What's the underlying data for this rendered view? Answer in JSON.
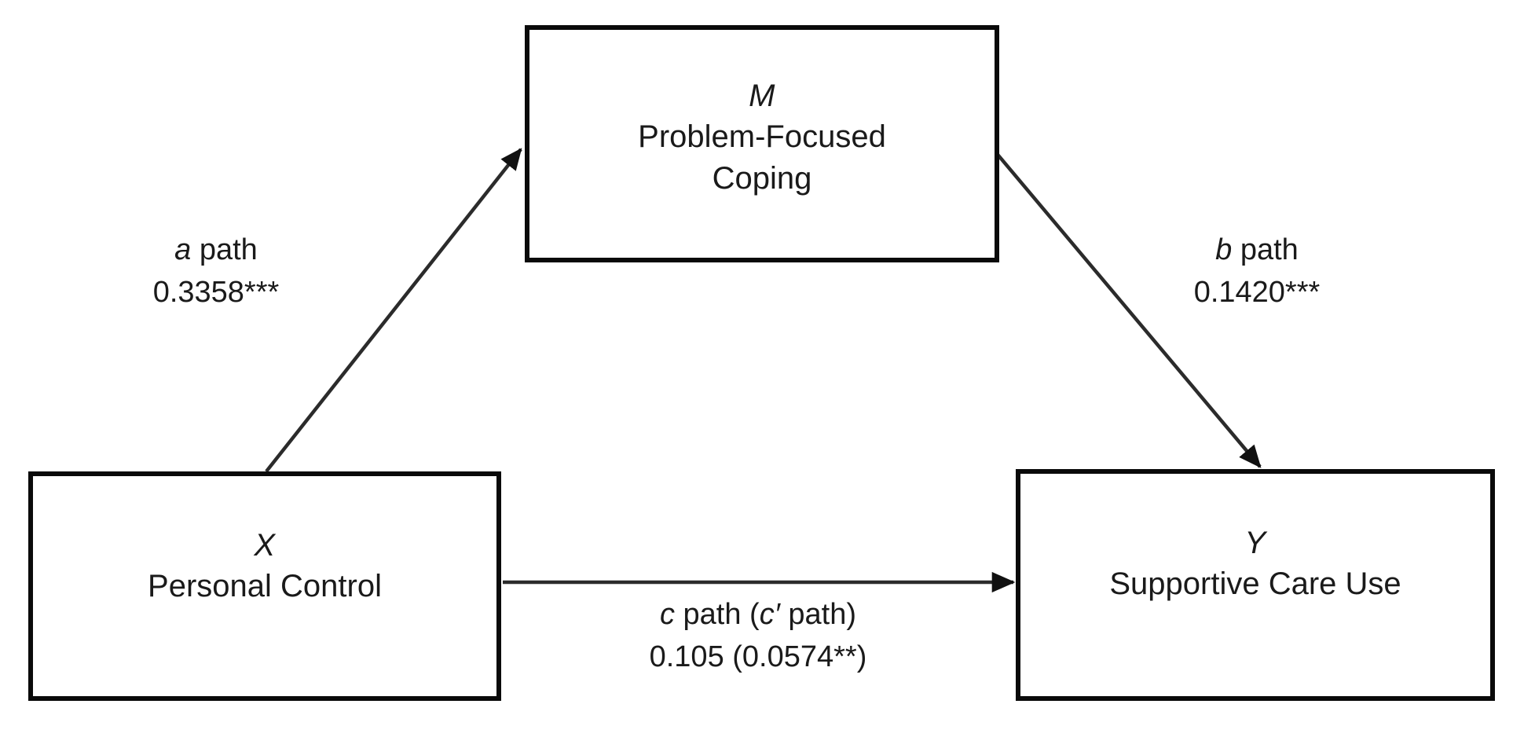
{
  "diagram": {
    "type": "mediation-path-model",
    "background_color": "#ffffff",
    "line_color": "#1a1a1a",
    "box_border_color": "#0a0a0a",
    "nodes": [
      {
        "id": "M",
        "role": "mediator",
        "letter": "M",
        "name": "Problem-Focused\nCoping",
        "name_line1": "Problem-Focused",
        "name_line2": "Coping"
      },
      {
        "id": "X",
        "role": "independent-variable",
        "letter": "X",
        "name": "Personal Control",
        "name_line1": "Personal Control",
        "name_line2": ""
      },
      {
        "id": "Y",
        "role": "dependent-variable",
        "letter": "Y",
        "name": "Supportive Care Use",
        "name_line1": "Supportive Care Use",
        "name_line2": ""
      }
    ],
    "paths": [
      {
        "id": "a",
        "from": "X",
        "to": "M",
        "label_italic": "a",
        "label_rest": " path",
        "label_text": "a path",
        "coefficient": "0.3358***",
        "significance": "***"
      },
      {
        "id": "b",
        "from": "M",
        "to": "Y",
        "label_italic": "b",
        "label_rest": " path",
        "label_text": "b path",
        "coefficient": "0.1420***",
        "significance": "***"
      },
      {
        "id": "c",
        "from": "X",
        "to": "Y",
        "label_italic_1": "c",
        "label_mid": " path (",
        "label_italic_2": "c′",
        "label_end": " path)",
        "label_text": "c path (c′ path)",
        "coefficient": "0.105 (0.0574**)",
        "total_effect": "0.105",
        "direct_effect": "0.0574**",
        "significance": "**"
      }
    ]
  }
}
